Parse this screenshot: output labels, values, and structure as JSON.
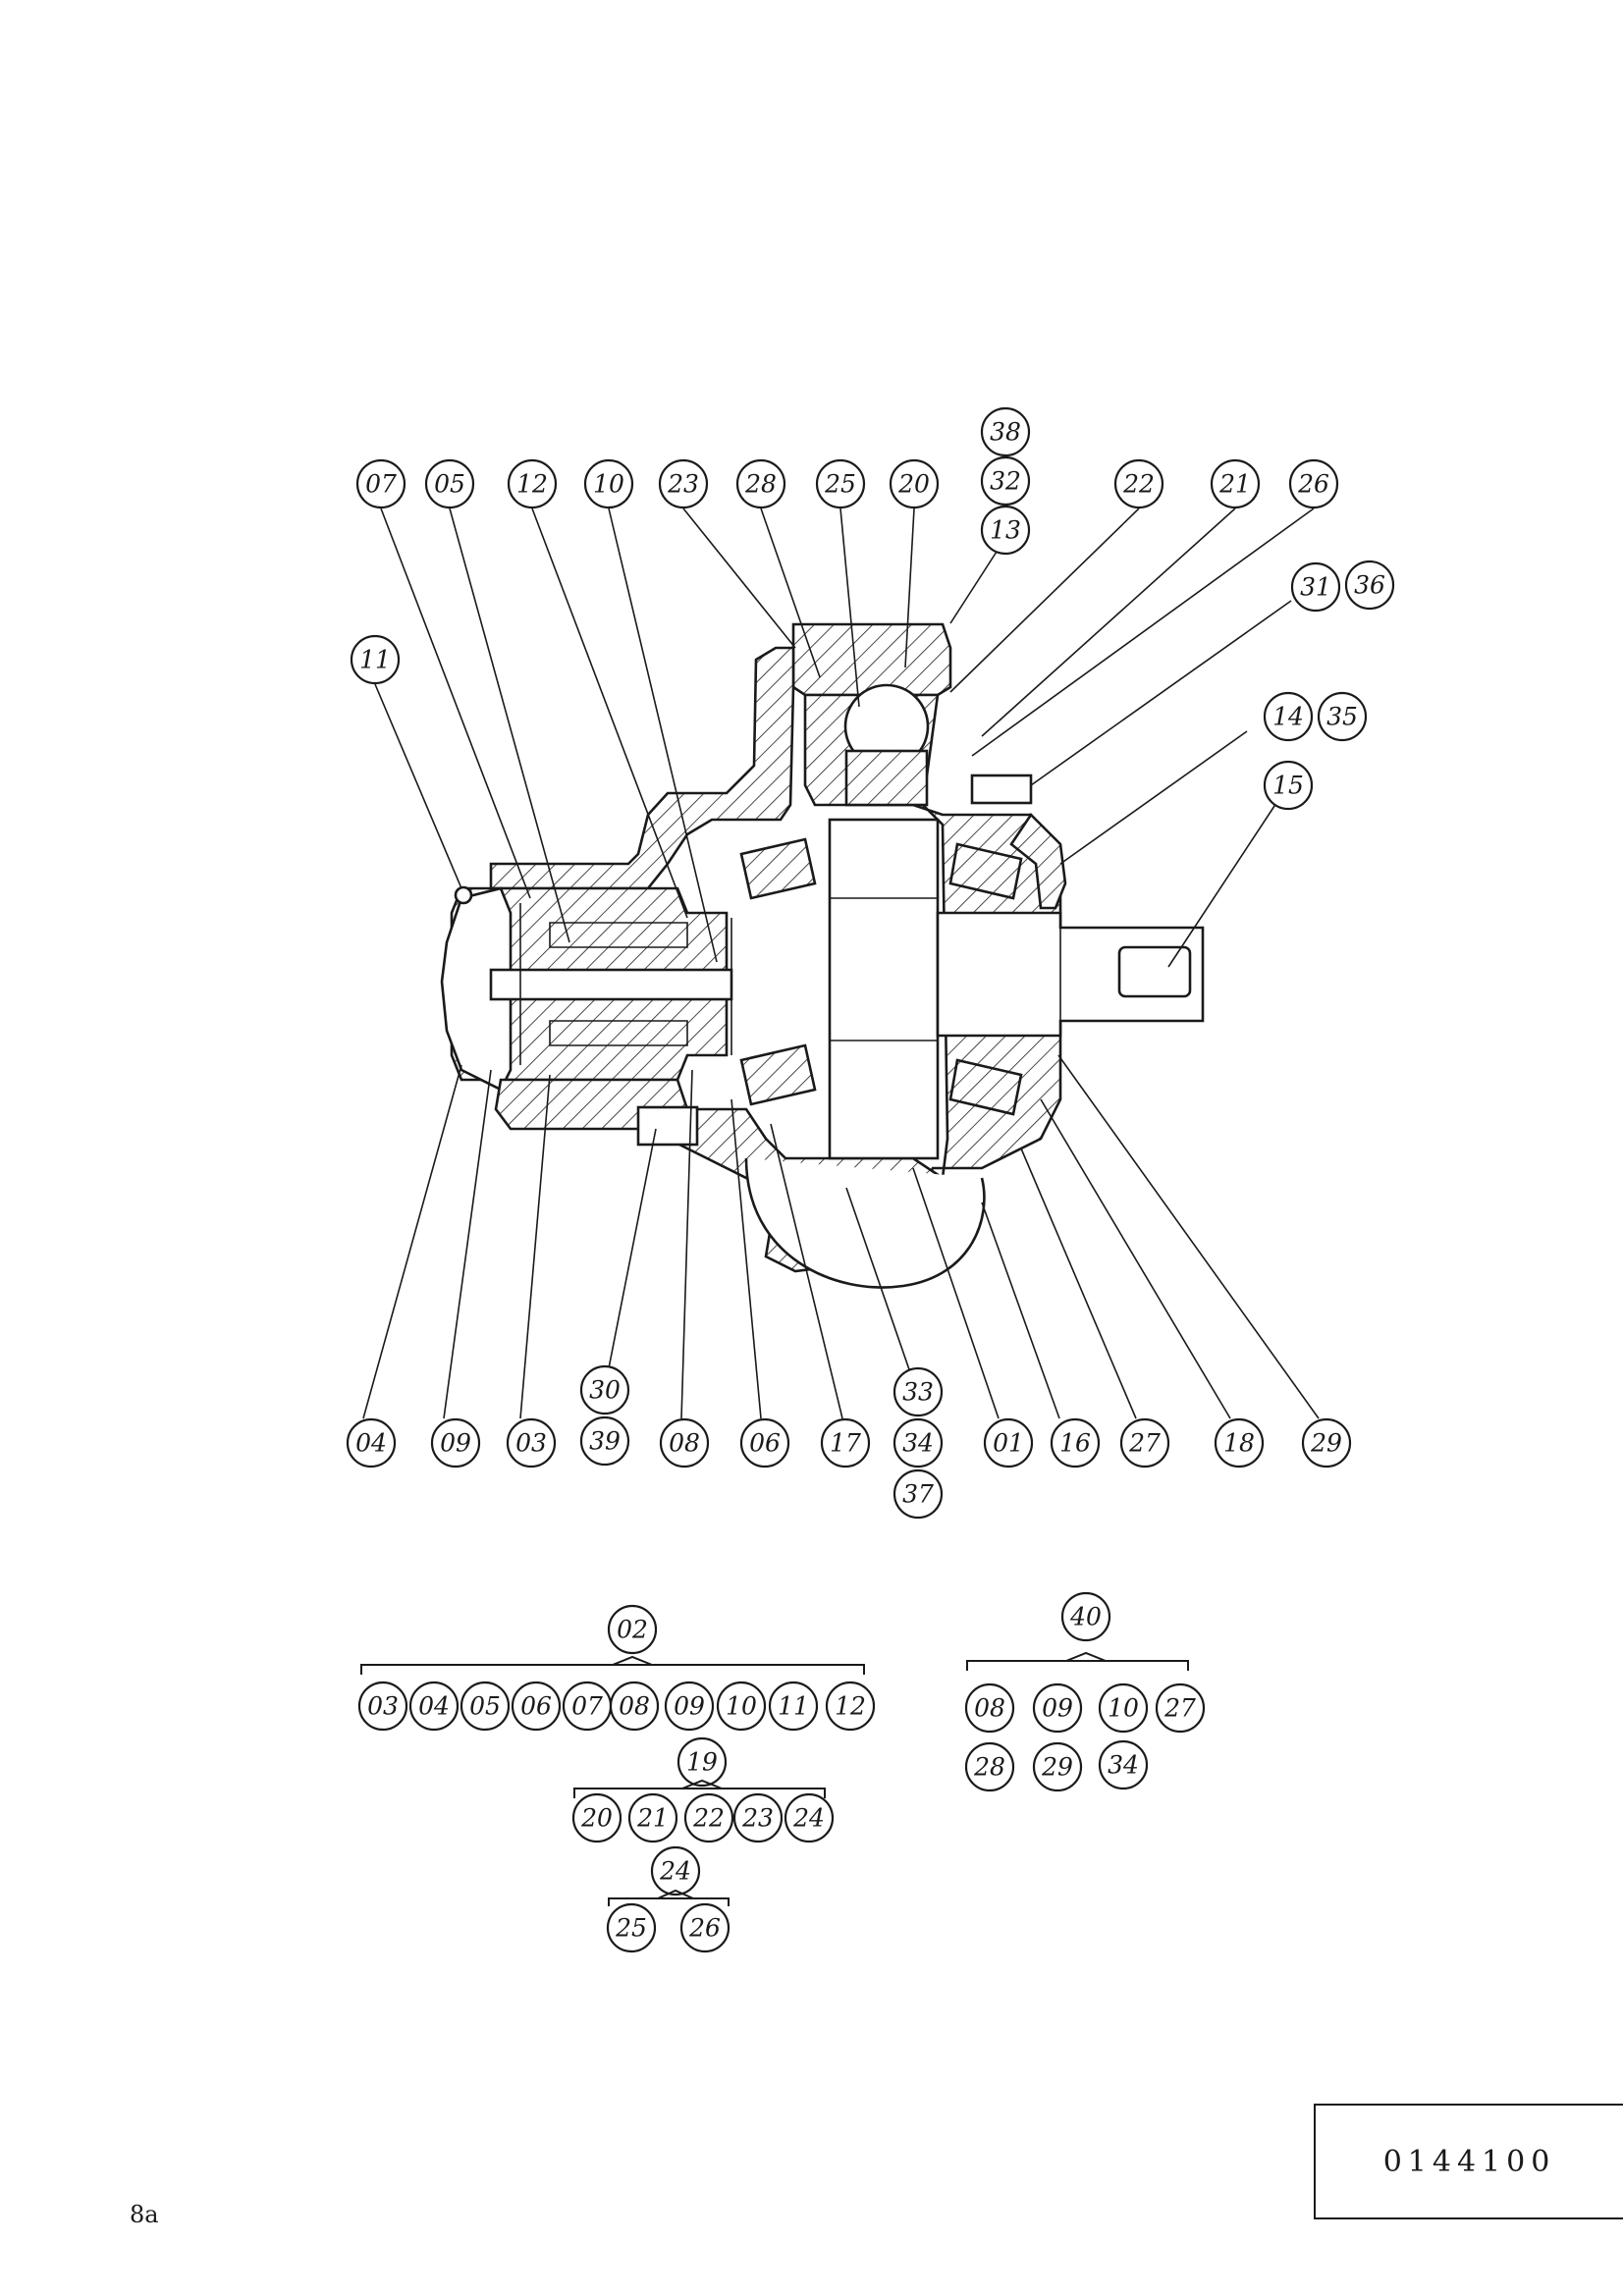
{
  "document": {
    "number": "0144100",
    "page": "8a"
  },
  "callouts": {
    "top": [
      "07",
      "05",
      "12",
      "10",
      "23",
      "28",
      "25",
      "20",
      "38",
      "32",
      "13",
      "22",
      "21",
      "26"
    ],
    "right": [
      "31",
      "36",
      "14",
      "35",
      "15"
    ],
    "left": [
      "11"
    ],
    "bottom": [
      "04",
      "09",
      "03",
      "30",
      "39",
      "08",
      "06",
      "17",
      "33",
      "34",
      "37",
      "01",
      "16",
      "27",
      "18",
      "29"
    ]
  },
  "assemblies": [
    {
      "parent": "02",
      "children": [
        "03",
        "04",
        "05",
        "06",
        "07",
        "08",
        "09",
        "10",
        "11",
        "12"
      ]
    },
    {
      "parent": "19",
      "children": [
        "20",
        "21",
        "22",
        "23",
        "24"
      ]
    },
    {
      "parent": "24",
      "children": [
        "25",
        "26"
      ]
    },
    {
      "parent": "40",
      "children": [
        "08",
        "09",
        "10",
        "27",
        "28",
        "29",
        "34"
      ]
    }
  ]
}
